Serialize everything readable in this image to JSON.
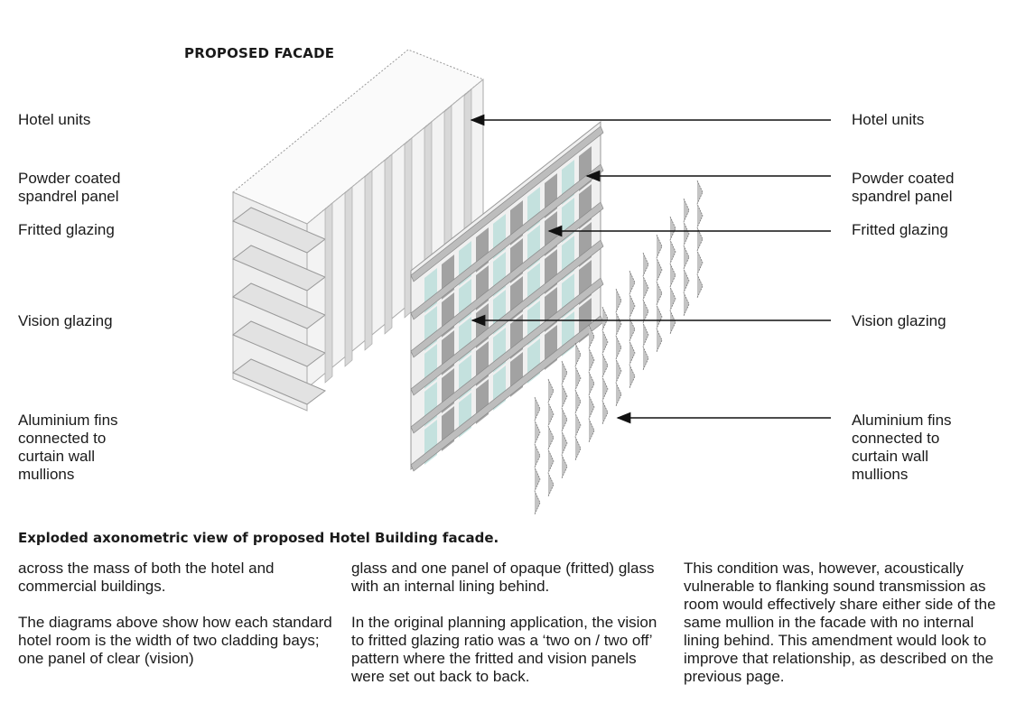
{
  "title": "PROPOSED FACADE",
  "labels_left": [
    "Hotel units",
    "Powder coated\nspandrel panel",
    "Fritted glazing",
    "Vision glazing",
    "Aluminium fins\nconnected to\ncurtain wall\nmullions"
  ],
  "labels_right": [
    "Hotel units",
    "Powder coated\nspandrel panel",
    "Fritted glazing",
    "Vision glazing",
    "Aluminium fins\nconnected to\ncurtain wall\nmullions"
  ],
  "caption": "Exploded axonometric view of proposed Hotel Building facade.",
  "columns": {
    "col1": [
      "across the mass of both the hotel and commercial buildings.",
      "The diagrams above show how each standard hotel room is the width of two cladding bays; one panel of clear (vision)"
    ],
    "col2": [
      "glass and one panel of opaque (fritted) glass with an internal lining behind.",
      "In the original planning application, the vision to fritted glazing ratio was a ‘two on / two off’ pattern where the fritted and vision panels were set out back to back."
    ],
    "col3": [
      "This condition was, however, acoustically vulnerable to flanking sound transmission as room would effectively share either side of the same mullion in the facade with no internal lining behind. This amendment would look to improve that relationship, as described on the previous page."
    ]
  },
  "colors": {
    "glass": "#b9ddd9",
    "fin": "#c4c4c4",
    "frame": "#9a9a9a",
    "text": "#1a1a1a"
  }
}
